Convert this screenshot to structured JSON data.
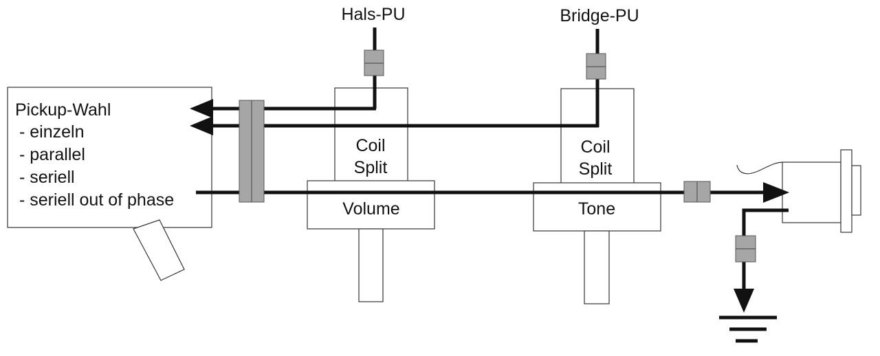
{
  "labels": {
    "neck_pickup": "Hals-PU",
    "bridge_pickup": "Bridge-PU",
    "selector_title": "Pickup-Wahl",
    "selector_options": [
      "- einzeln",
      "- parallel",
      "- seriell",
      "- seriell out of phase"
    ],
    "coil_split_1": [
      "Coil",
      "Split"
    ],
    "coil_split_2": [
      "Coil",
      "Split"
    ],
    "volume": "Volume",
    "tone": "Tone"
  },
  "colors": {
    "wire": "#111111",
    "connector": "#a6a6a6",
    "outline": "#333333"
  }
}
